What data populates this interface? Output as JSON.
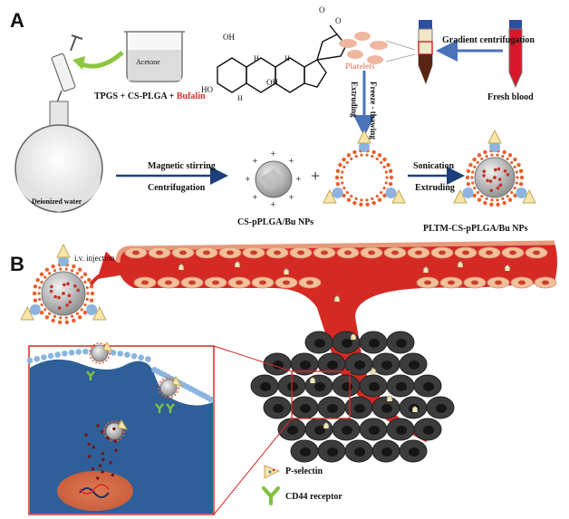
{
  "panels": {
    "a": "A",
    "b": "B"
  },
  "synthesis": {
    "acetone": "Acetone",
    "reagent_prefix": "TPGS + CS-PLGA + ",
    "reagent_drug": "Bufalin",
    "flask_label": "Deionized water",
    "step_magnetic": "Magnetic stirring",
    "step_centrifugation": "Centrifugation",
    "np_label": "CS-pPLGA/Bu NPs",
    "plus": "+",
    "gradient": "Gradient centrifugation",
    "platelets": "Platelets",
    "fresh_blood": "Fresh blood",
    "extruding_vertical": "Extruding",
    "freeze_thawing": "Freeze - thawing",
    "sonication": "Sonication",
    "extruding": "Extruding",
    "final_np": "PLTM-CS-pPLGA/Bu NPs"
  },
  "molecule": {
    "oh_1": "OH",
    "oh_2": "OH",
    "ho": "HO",
    "h_1": "H",
    "h_2": "H",
    "h_3": "H",
    "o_1": "O",
    "o_2": "O"
  },
  "delivery": {
    "injection": "i.v. injection"
  },
  "legend": {
    "p_selectin": "P-selectin",
    "cd44": "CD44 receptor"
  },
  "colors": {
    "vessel_red": "#d42a23",
    "membrane_blue": "#8cb4df",
    "cell_dark": "#3c3c3c",
    "endothelial": "#f2c09a",
    "arrow_blue": "#4a72b8",
    "drug_red": "#c8322b"
  }
}
